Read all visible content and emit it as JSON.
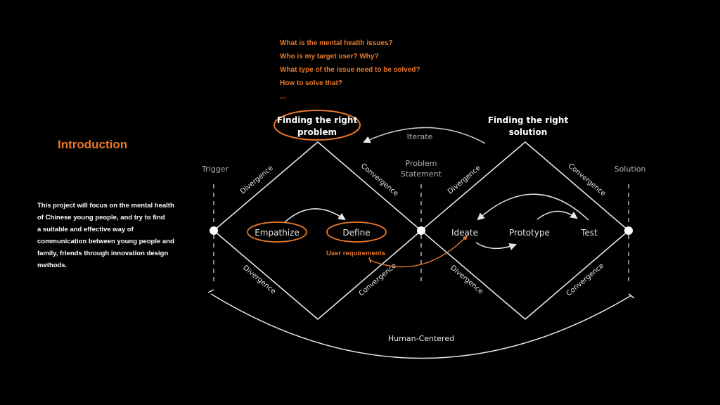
{
  "questions": [
    "What is the mental health issues?",
    "Who is my target user? Why?",
    "What type of the issue need to be solved?",
    "How to solve that?",
    "..."
  ],
  "intro": {
    "title": "Introduction",
    "body_lines": [
      "This project will focus on the mental health",
      "of Chinese young people, and try to find",
      "a suitable and effective way of",
      "communication between young people and",
      "family, friends through innovation design",
      "methods."
    ]
  },
  "diagram": {
    "heading_problem": [
      "Finding the right",
      "problem"
    ],
    "heading_solution": [
      "Finding the right",
      "solution"
    ],
    "iterate": "Iterate",
    "trigger": "Trigger",
    "problem_statement": [
      "Problem",
      "Statement"
    ],
    "solution": "Solution",
    "divergence": "Divergence",
    "convergence": "Convergence",
    "stages": {
      "empathize": "Empathize",
      "define": "Define",
      "ideate": "Ideate",
      "prototype": "Prototype",
      "test": "Test"
    },
    "user_requirements": "User requirements",
    "human_centered": "Human-Centered",
    "colors": {
      "accent": "#e8782a",
      "line": "#e6e6e6",
      "muted": "#b0b0b0"
    }
  }
}
